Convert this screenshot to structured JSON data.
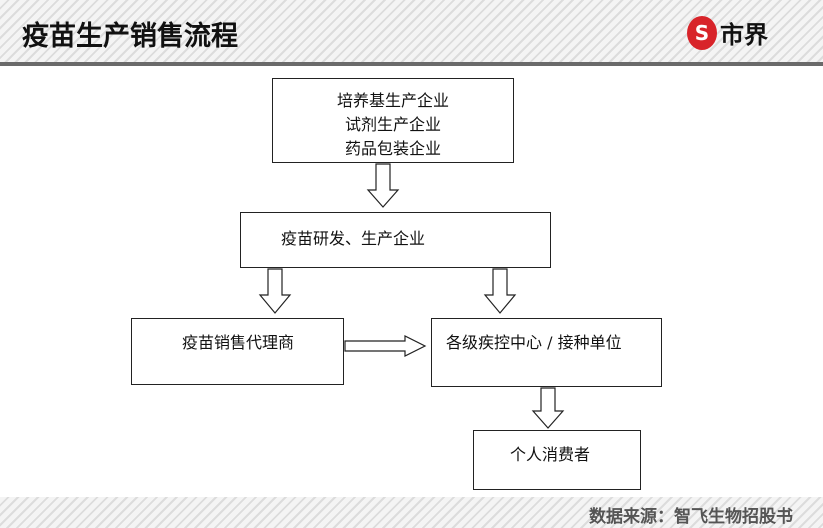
{
  "header": {
    "title": "疫苗生产销售流程",
    "logo_text": "市界",
    "logo_mark": "S"
  },
  "diagram": {
    "suppliers": [
      "培养基生产企业",
      "试剂生产企业",
      "药品包装企业"
    ],
    "manufacturer": "疫苗研发、生产企业",
    "distributor": "疫苗销售代理商",
    "cdc": "各级疾控中心 / 接种单位",
    "consumer": "个人消费者"
  },
  "footer": {
    "source": "数据来源：智飞生物招股书"
  }
}
